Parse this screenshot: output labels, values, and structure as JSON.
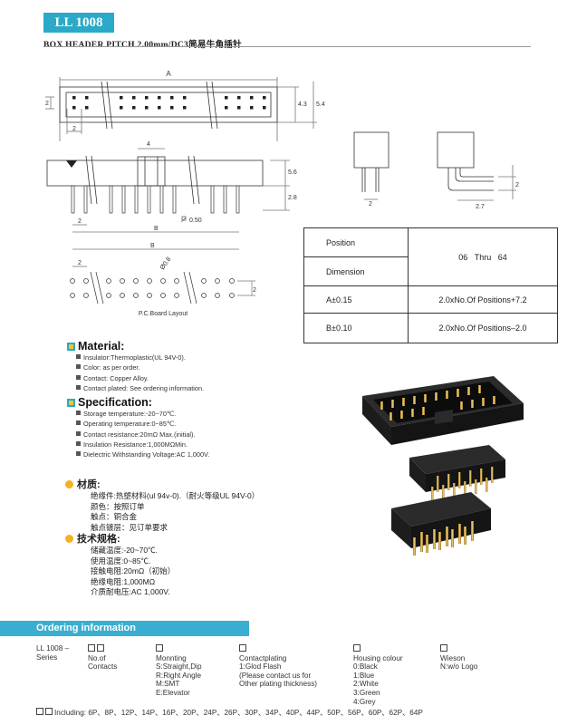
{
  "header": {
    "badge": "LL 1008",
    "subtitle": "BOX HEADER PITCH 2.00mm/DC3简易牛角插针"
  },
  "drawing": {
    "dim_A": "A",
    "dim_B": "B",
    "dim_2": "2",
    "dim_4": "4",
    "dim_43": "4.3",
    "dim_54": "5.4",
    "dim_56": "5.6",
    "dim_28": "2.8",
    "dim_050": "0.50",
    "dim_08": "Ø0.8",
    "dim_27": "2.7",
    "pcb_label": "P.C.Board Layout"
  },
  "spec_table": {
    "position_label": "Position",
    "dimension_label": "Dimension",
    "range_from": "06",
    "range_thru": "Thru",
    "range_to": "64",
    "a_label": "A±0.15",
    "a_value": "2.0xNo.Of Positions+7.2",
    "b_label": "B±0.10",
    "b_value": "2.0xNo.Of Positions–2.0"
  },
  "material": {
    "title": "Material:",
    "items": [
      "Insulator:Thermoplastic(UL 94V-0).",
      "Color: as per order.",
      "Contact: Copper Alloy.",
      "Contact plated: See ordering information."
    ]
  },
  "specification": {
    "title": "Specification:",
    "items": [
      "Storage temperature:-20~70℃.",
      "Operating temperature:0~85℃.",
      "Contact resistance:20mΩ Max.(initial).",
      "Insulation Resistance:1,000MΩMin.",
      "Dielectric Withstanding Voltage:AC 1,000V."
    ]
  },
  "cn_material": {
    "title": "材质:",
    "items": [
      "绝缘件:热塑材料(ul 94v-0).（耐火等级UL 94V-0）",
      "颜色：按照订单",
      "触点：铜合金",
      "触点镀层：见订单要求"
    ]
  },
  "cn_spec": {
    "title": "技术规格:",
    "items": [
      "储藏温度:-20~70℃.",
      "使用温度:0~85℃.",
      "接触电阻:20mΩ（初始）",
      "绝缘电阻:1,000MΩ",
      "介质耐电压:AC 1,000V."
    ]
  },
  "ordering": {
    "title": "Ordering information",
    "part": "LL 1008",
    "dash": "–",
    "series": "Series",
    "col1": [
      "No.of",
      "Contacts"
    ],
    "col2_title": "Monnting",
    "col2": [
      "S:Straight,Dip",
      "R:Right Angle",
      "M:SMT",
      "E:Elevator"
    ],
    "col3_title": "Contactplating",
    "col3": [
      "1:Glod Flash",
      "(Please contact us for",
      "Other plating thickness)"
    ],
    "col4_title": "Housing colour",
    "col4": [
      "0:Black",
      "1:Blue",
      "2:White",
      "3:Green",
      "4:Grey"
    ],
    "col5_title": "Wieson",
    "col5": [
      "N:w/o Logo"
    ],
    "including": "Including: 6P、8P、12P、14P、16P、20P、24P、26P、30P、34P、40P、44P、50P、56P、60P、62P、64P"
  }
}
